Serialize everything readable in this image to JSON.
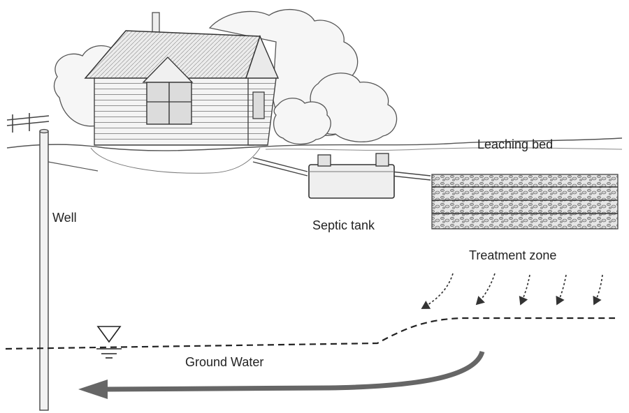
{
  "labels": {
    "leaching_bed": "Leaching bed",
    "well": "Well",
    "septic_tank": "Septic tank",
    "treatment_zone": "Treatment zone",
    "ground_water": "Ground Water"
  },
  "colors": {
    "ink": "#333333",
    "arrow": "#666666",
    "gravel": "#cfcfcf",
    "background": "#ffffff"
  }
}
